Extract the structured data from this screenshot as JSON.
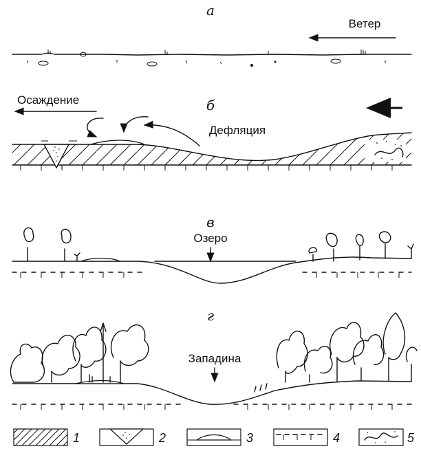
{
  "panels": {
    "a": {
      "letter": "а",
      "wind_label": "Ветер"
    },
    "b": {
      "letter": "б",
      "deposition_label": "Осаждение",
      "deflation_label": "Дефляция"
    },
    "v": {
      "letter": "в",
      "lake_label": "Озеро"
    },
    "g": {
      "letter": "г",
      "depression_label": "Западина"
    }
  },
  "legend": [
    {
      "number": "1",
      "symbol": "hatching-icon"
    },
    {
      "number": "2",
      "symbol": "wedge-icon"
    },
    {
      "number": "3",
      "symbol": "lens-deposit-icon"
    },
    {
      "number": "4",
      "symbol": "dashed-level-icon"
    },
    {
      "number": "5",
      "symbol": "deformed-layer-icon"
    }
  ]
}
